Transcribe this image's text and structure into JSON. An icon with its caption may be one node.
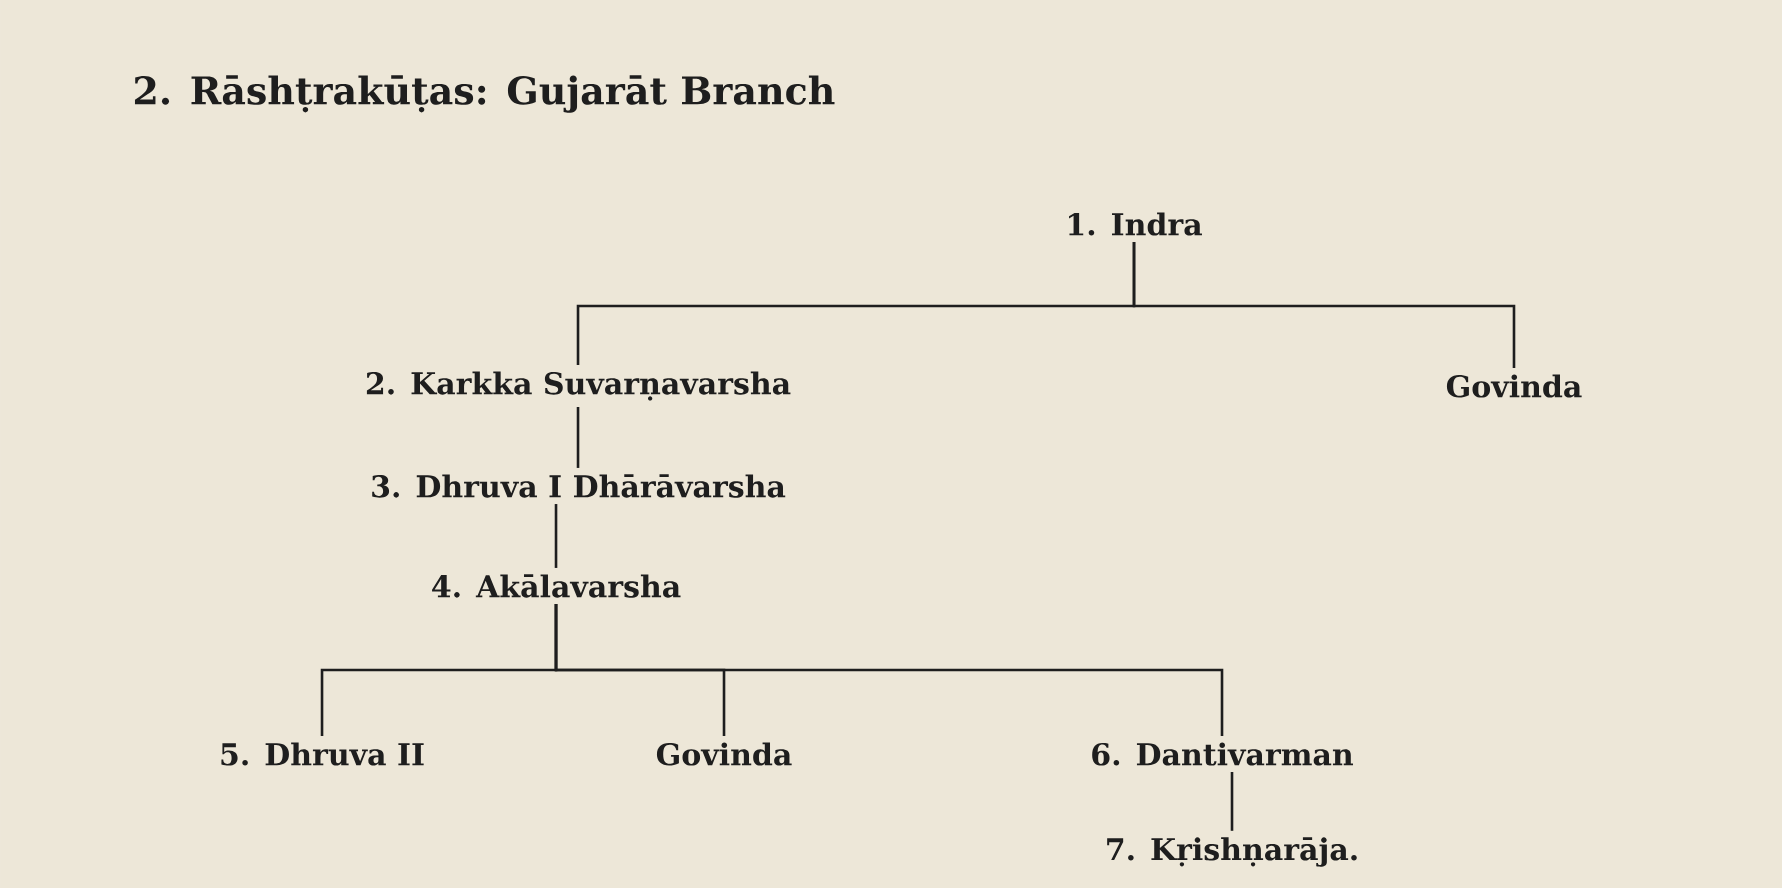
{
  "diagram": {
    "title": "2. Rāshṭrakūṭas: Gujarāt Branch",
    "nodes": [
      {
        "text": [
          "1. Indra"
        ]
      },
      {
        "text": [
          "2. Karkka Suvarṇavarsha"
        ]
      },
      {
        "text": [
          "Govinda"
        ]
      },
      {
        "text": [
          "3. Dhruva I Dhārāvarsha"
        ]
      },
      {
        "text": [
          "4. Akālavarsha"
        ]
      },
      {
        "text": [
          "5. Dhruva II"
        ]
      },
      {
        "text": [
          "Govinda"
        ]
      },
      {
        "text": [
          "6. Dantivarman"
        ]
      },
      {
        "text": [
          "7. Kṛishṇarāja."
        ]
      }
    ],
    "edges": [
      {
        "from": 0,
        "to": 1,
        "arrow": "none"
      },
      {
        "from": 0,
        "to": 2,
        "arrow": "none"
      },
      {
        "from": 1,
        "to": 3,
        "arrow": "none"
      },
      {
        "from": 3,
        "to": 4,
        "arrow": "none"
      },
      {
        "from": 4,
        "to": 5,
        "arrow": "none"
      },
      {
        "from": 4,
        "to": 6,
        "arrow": "none"
      },
      {
        "from": 4,
        "to": 7,
        "arrow": "none"
      },
      {
        "from": 7,
        "to": 8,
        "arrow": "none"
      }
    ]
  }
}
